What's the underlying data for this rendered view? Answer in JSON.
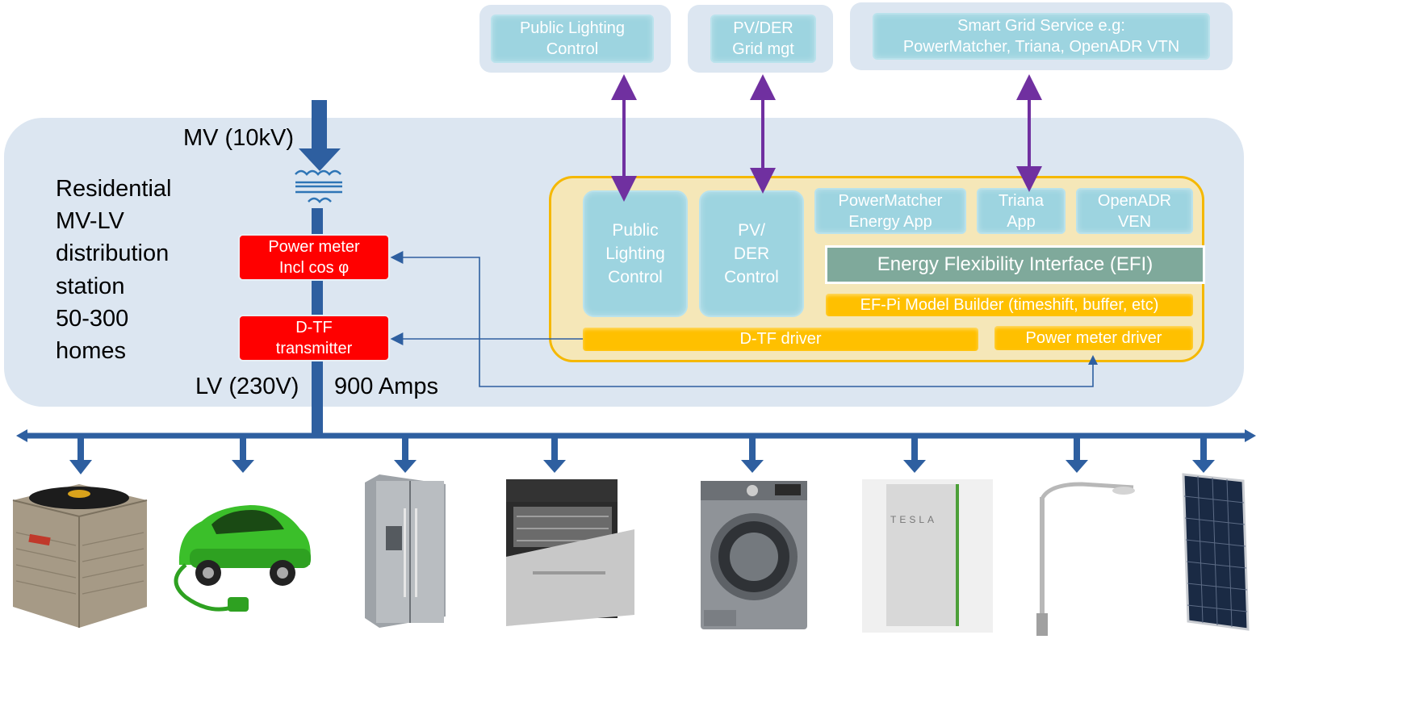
{
  "top_services": {
    "public_lighting": "Public Lighting\nControl",
    "pv_der": "PV/DER\nGrid mgt",
    "smart_grid": "Smart Grid Service e.g:\nPowerMatcher, Triana, OpenADR VTN"
  },
  "station": {
    "title": "Residential\nMV-LV\ndistribution\nstation\n50-300\nhomes",
    "mv_label": "MV (10kV)",
    "lv_label": "LV (230V)",
    "amps_label": "900 Amps",
    "power_meter": "Power meter\nIncl cos φ",
    "dtf_transmitter": "D-TF\ntransmitter"
  },
  "ef_pi": {
    "public_lighting_control": "Public\nLighting\nControl",
    "pv_der_control": "PV/\nDER\nControl",
    "powermatcher_app": "PowerMatcher\nEnergy App",
    "triana_app": "Triana\nApp",
    "openadr_ven": "OpenADR\nVEN",
    "efi": "Energy Flexibility Interface (EFI)",
    "model_builder": "EF-Pi Model Builder (timeshift, buffer, etc)",
    "dtf_driver": "D-TF driver",
    "power_meter_driver": "Power meter driver"
  },
  "appliances": [
    "air-conditioner",
    "electric-car",
    "refrigerator",
    "dishwasher",
    "washing-machine",
    "home-battery",
    "street-light",
    "solar-panel"
  ],
  "appliance_labels": {
    "battery_brand": "TESLA"
  },
  "colors": {
    "station_bg": "#dce6f1",
    "service_box": "#9dd4e0",
    "ef_pi_border": "#f5b800",
    "ef_pi_bg": "#f5e7b8",
    "driver_bar": "#ffc000",
    "efi_bar": "#7fa99b",
    "meter_red": "#ff0000",
    "power_line": "#2e5fa0",
    "link_arrow": "#7030a0"
  }
}
